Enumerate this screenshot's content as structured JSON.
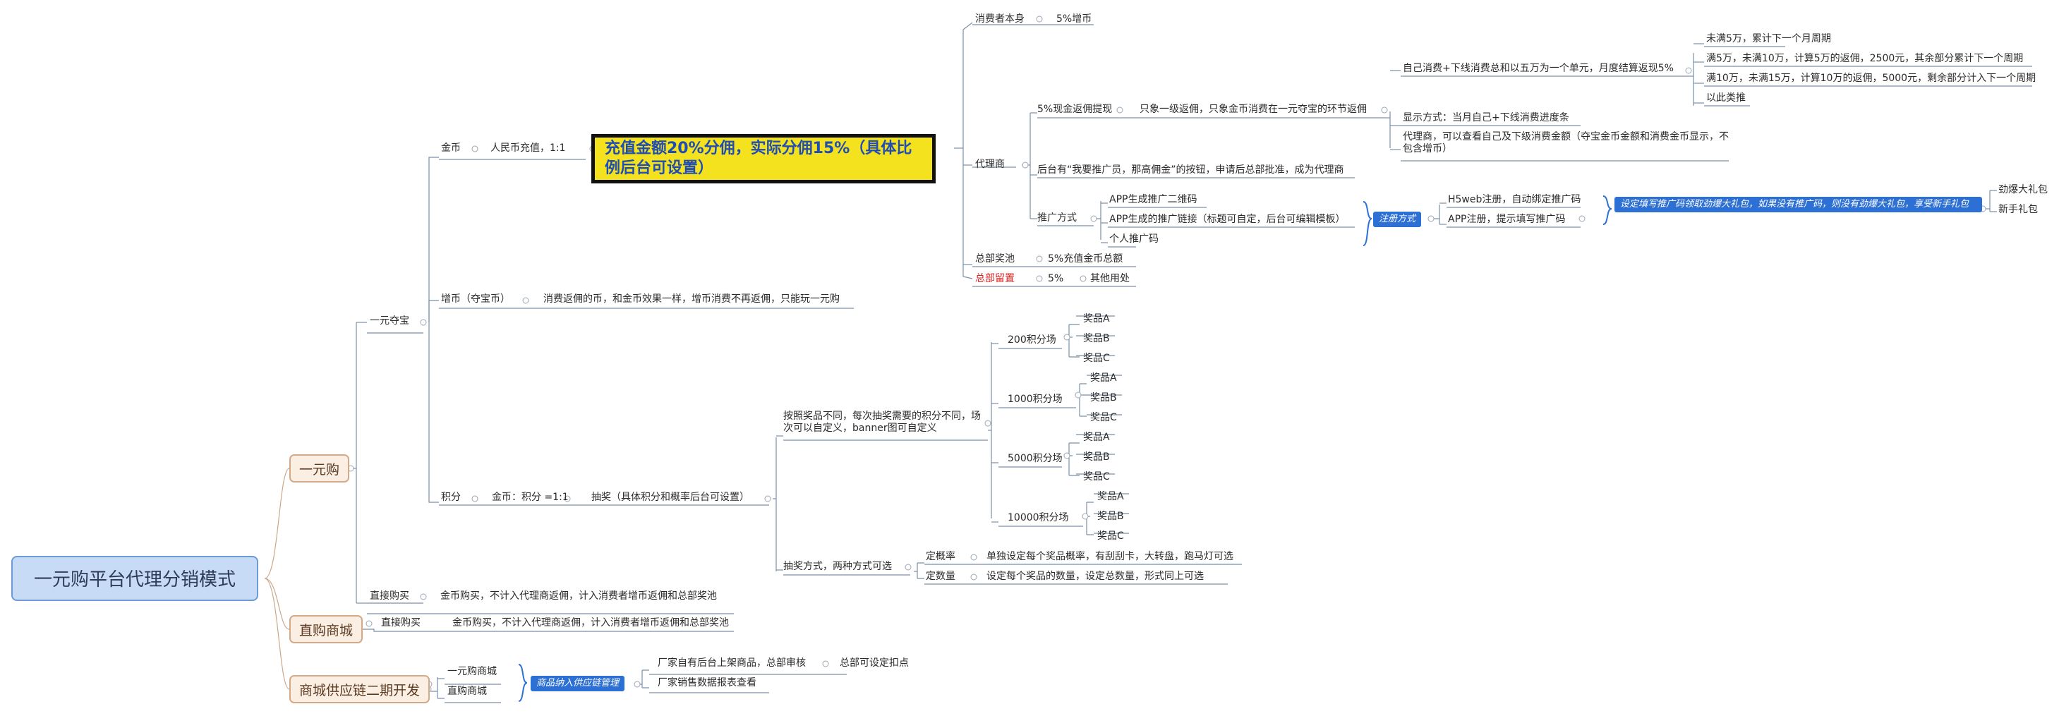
{
  "root": "一元购平台代理分销模式",
  "l1": {
    "yiyuangou": "一元购",
    "zhigou": "直购商城",
    "gongying": "商城供应链二期开发"
  },
  "yiyuan_duobao": "一元夺宝",
  "jinbi": {
    "label": "金币",
    "rmb": "人民币充值，1:1",
    "highlight": "充值金额20%分佣，实际分佣15%（具体比例后台可设置）"
  },
  "consumer": {
    "label": "消费者本身",
    "value": "5%增币"
  },
  "agent": {
    "label": "代理商",
    "cash": "5%现金返佣提现",
    "only_first": "只象一级返佣，只象金币消费在一元夺宝的环节返佣",
    "self_consume": "自己消费+下线消费总和以五万为一个单元，月度结算返现5%",
    "tiers": [
      "未满5万，累计下一个月周期",
      "满5万，未满10万，计算5万的返佣，2500元，其余部分累计下一个周期",
      "满10万，未满15万，计算10万的返佣，5000元，剩余部分计入下一个周期",
      "以此类推"
    ],
    "display": "显示方式：当月自己+下线消费进度条",
    "view": "代理商，可以查看自己及下级消费金额（夺宝金币金额和消费金币显示，不包含增币）",
    "apply": "后台有“我要推广员，那高佣金”的按钮，申请后总部批准，成为代理商",
    "promo_label": "推广方式",
    "promo_items": [
      "APP生成推广二维码",
      "APP生成的推广链接（标题可自定，后台可编辑模板）",
      "个人推广码"
    ],
    "register_label": "注册方式",
    "register_items": [
      "H5web注册，自动绑定推广码",
      "APP注册，提示填写推广码"
    ],
    "bag_note": "设定填写推广码领取劲爆大礼包，如果没有推广码，则没有劲爆大礼包，享受新手礼包",
    "bag_items": [
      "劲爆大礼包",
      "新手礼包"
    ]
  },
  "hq_pool": {
    "label": "总部奖池",
    "value": "5%充值金币总额"
  },
  "hq_keep": {
    "label": "总部留置",
    "value": "5%",
    "other": "其他用处"
  },
  "zengbi": {
    "label": "增币（夺宝币）",
    "desc": "消费返佣的币，和金币效果一样，增币消费不再返佣，只能玩一元购"
  },
  "jifen": {
    "label": "积分",
    "rate": "金币：积分 =1:1",
    "lottery": "抽奖（具体积分和概率后台可设置）",
    "by_prize": "按照奖品不同，每次抽奖需要的积分不同，场次可以自定义，banner图可自定义",
    "venues": [
      "200积分场",
      "1000积分场",
      "5000积分场",
      "10000积分场"
    ],
    "prizes": [
      "奖品A",
      "奖品B",
      "奖品C"
    ],
    "methods_label": "抽奖方式，两种方式可选",
    "method1": "定概率",
    "method1_desc": "单独设定每个奖品概率，有刮刮卡，大转盘，跑马灯可选",
    "method2": "定数量",
    "method2_desc": "设定每个奖品的数量，设定总数量，形式同上可选"
  },
  "direct_buy": {
    "label": "直接购买",
    "desc": "金币购买，不计入代理商返佣，计入消费者增币返佣和总部奖池"
  },
  "mall_direct": {
    "label": "直接购买",
    "desc": "金币购买，不计入代理商返佣，计入消费者增币返佣和总部奖池"
  },
  "supply": {
    "items": [
      "一元购商城",
      "直购商城"
    ],
    "mgmt": "商品纳入供应链管理",
    "sub": [
      "厂家自有后台上架商品，总部审核",
      "厂家销售数据报表查看"
    ],
    "deduct": "总部可设定扣点"
  }
}
